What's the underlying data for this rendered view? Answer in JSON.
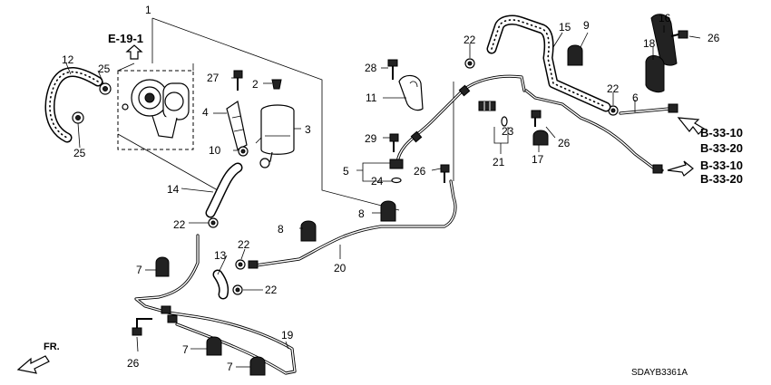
{
  "part_numbers": [
    {
      "id": "c1",
      "text": "1"
    },
    {
      "id": "c2",
      "text": "2"
    },
    {
      "id": "c3",
      "text": "3"
    },
    {
      "id": "c4",
      "text": "4"
    },
    {
      "id": "c5",
      "text": "5"
    },
    {
      "id": "c6",
      "text": "6"
    },
    {
      "id": "c7a",
      "text": "7"
    },
    {
      "id": "c7b",
      "text": "7"
    },
    {
      "id": "c7c",
      "text": "7"
    },
    {
      "id": "c8a",
      "text": "8"
    },
    {
      "id": "c8b",
      "text": "8"
    },
    {
      "id": "c9",
      "text": "9"
    },
    {
      "id": "c10",
      "text": "10"
    },
    {
      "id": "c11",
      "text": "11"
    },
    {
      "id": "c12",
      "text": "12"
    },
    {
      "id": "c13",
      "text": "13"
    },
    {
      "id": "c14",
      "text": "14"
    },
    {
      "id": "c15",
      "text": "15"
    },
    {
      "id": "c16",
      "text": "16"
    },
    {
      "id": "c17",
      "text": "17"
    },
    {
      "id": "c18",
      "text": "18"
    },
    {
      "id": "c19",
      "text": "19"
    },
    {
      "id": "c20",
      "text": "20"
    },
    {
      "id": "c21",
      "text": "21"
    },
    {
      "id": "c22a",
      "text": "22"
    },
    {
      "id": "c22b",
      "text": "22"
    },
    {
      "id": "c22c",
      "text": "22"
    },
    {
      "id": "c22d",
      "text": "22"
    },
    {
      "id": "c22e",
      "text": "22"
    },
    {
      "id": "c23",
      "text": "23"
    },
    {
      "id": "c24",
      "text": "24"
    },
    {
      "id": "c25a",
      "text": "25"
    },
    {
      "id": "c25b",
      "text": "25"
    },
    {
      "id": "c26a",
      "text": "26"
    },
    {
      "id": "c26b",
      "text": "26"
    },
    {
      "id": "c26c",
      "text": "26"
    },
    {
      "id": "c26d",
      "text": "26"
    },
    {
      "id": "c27",
      "text": "27"
    },
    {
      "id": "c28",
      "text": "28"
    },
    {
      "id": "c29",
      "text": "29"
    }
  ],
  "references": {
    "e19": "E-19-1",
    "b3310a": "B-33-10",
    "b3320a": "B-33-20",
    "b3310b": "B-33-10",
    "b3320b": "B-33-20"
  },
  "direction_label": "FR.",
  "diagram_code": "SDAYB3361A"
}
